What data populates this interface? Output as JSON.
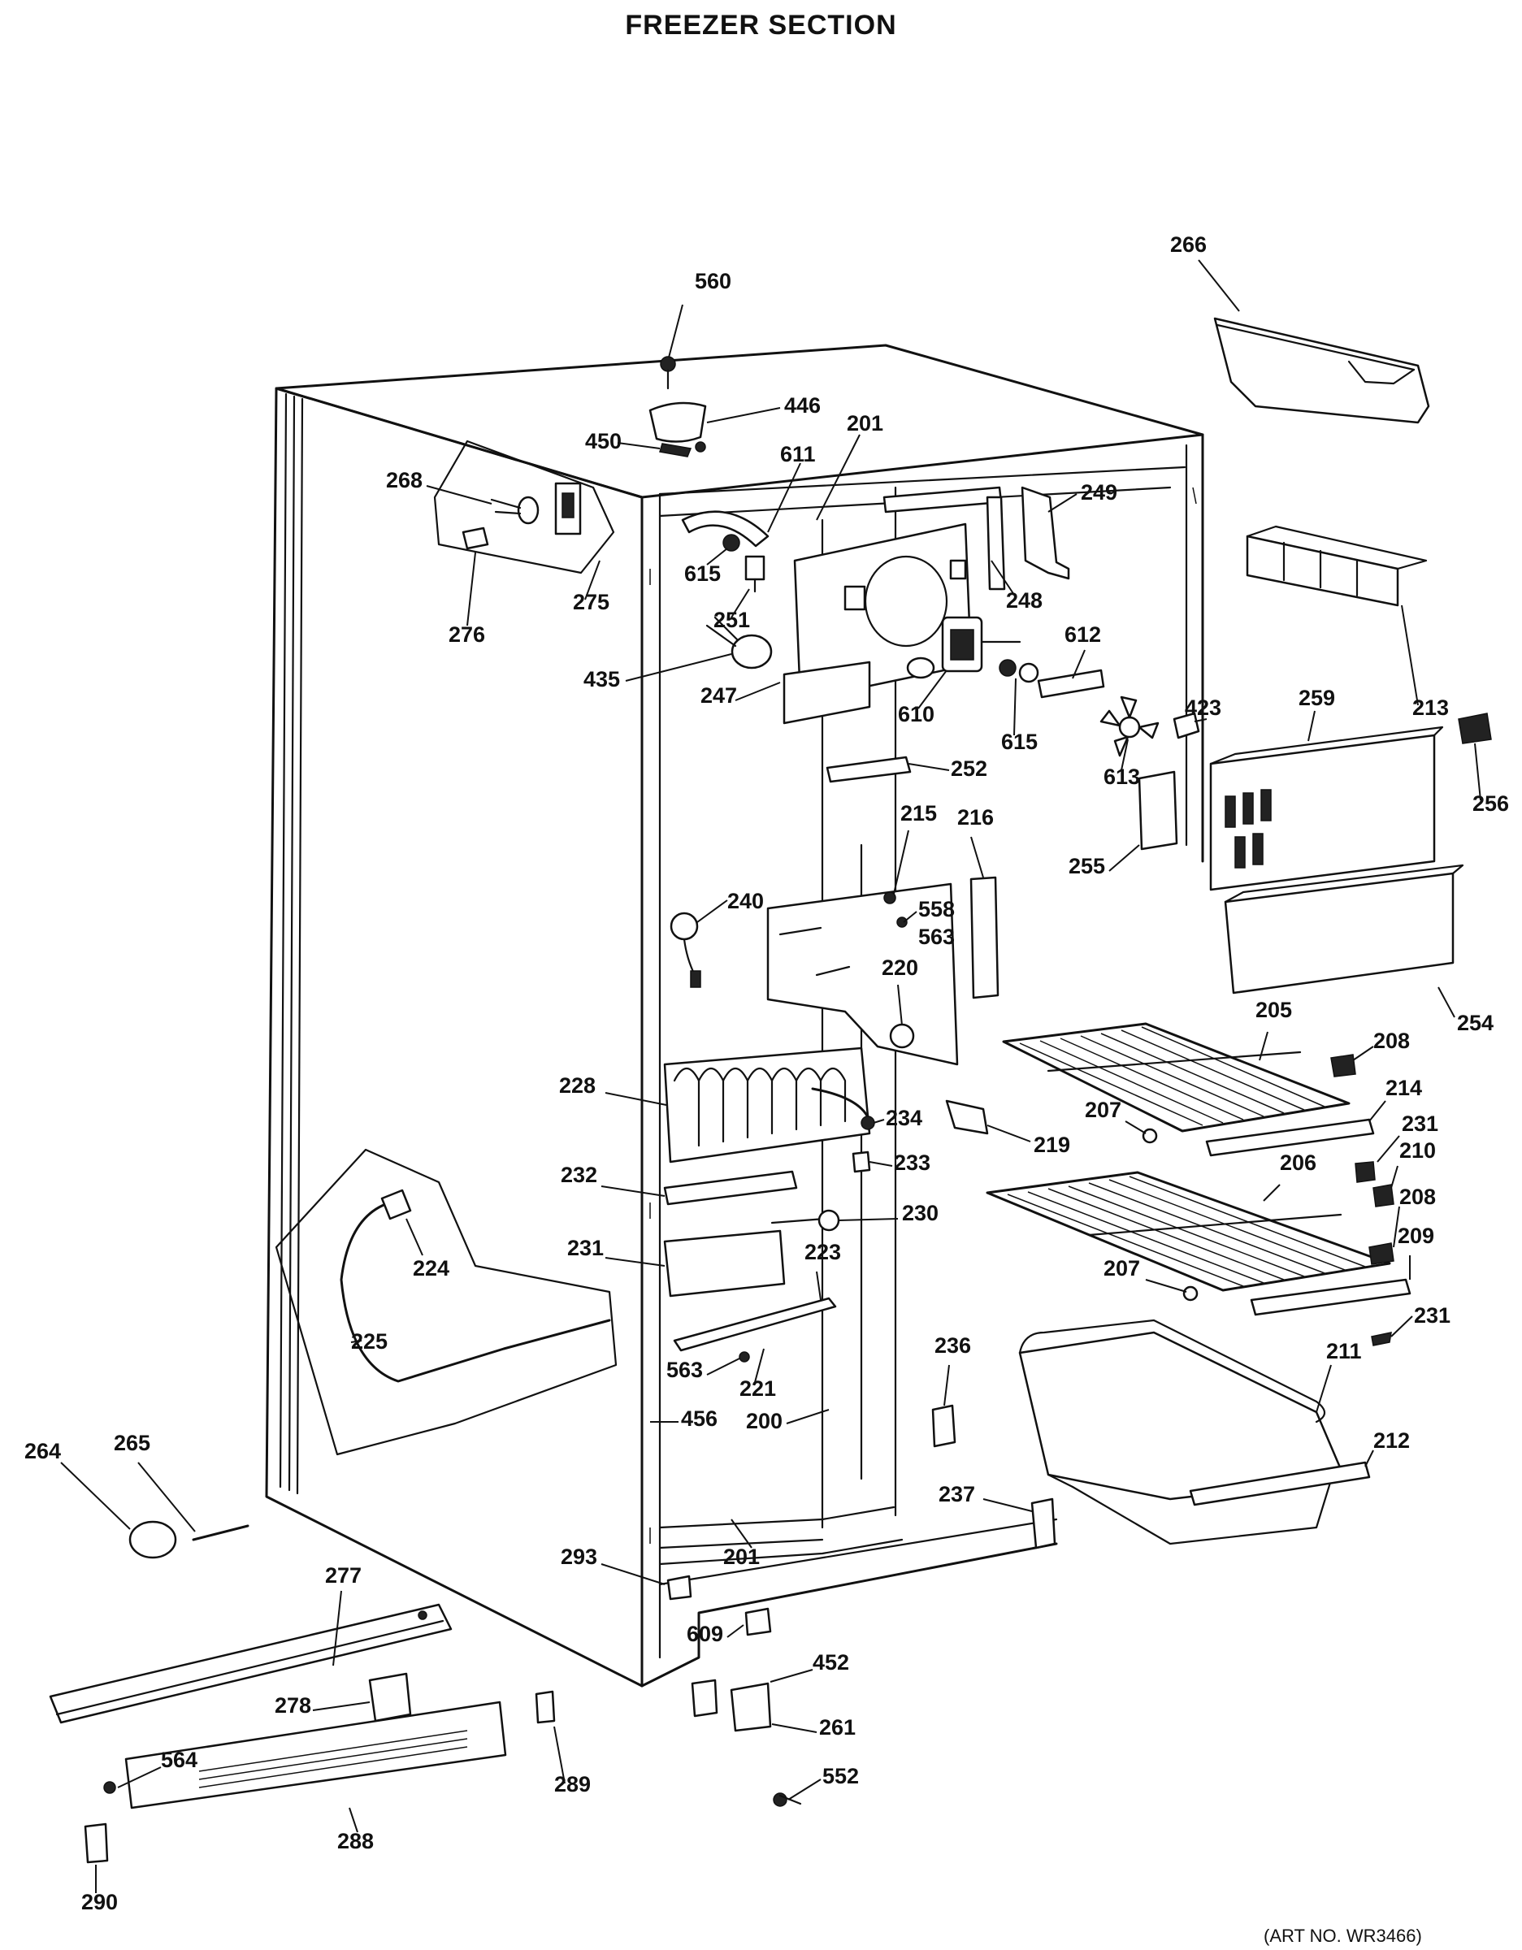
{
  "title": "FREEZER SECTION",
  "art_number": "(ART NO. WR3466)",
  "part_callouts": [
    {
      "id": "c560",
      "label": "560"
    },
    {
      "id": "c446",
      "label": "446"
    },
    {
      "id": "c450",
      "label": "450"
    },
    {
      "id": "c268",
      "label": "268"
    },
    {
      "id": "c275",
      "label": "275"
    },
    {
      "id": "c276",
      "label": "276"
    },
    {
      "id": "c611",
      "label": "611"
    },
    {
      "id": "c201a",
      "label": "201"
    },
    {
      "id": "c249",
      "label": "249"
    },
    {
      "id": "c266",
      "label": "266"
    },
    {
      "id": "c615a",
      "label": "615"
    },
    {
      "id": "c251",
      "label": "251"
    },
    {
      "id": "c248",
      "label": "248"
    },
    {
      "id": "c612",
      "label": "612"
    },
    {
      "id": "c435",
      "label": "435"
    },
    {
      "id": "c247",
      "label": "247"
    },
    {
      "id": "c610",
      "label": "610"
    },
    {
      "id": "c615b",
      "label": "615"
    },
    {
      "id": "c613",
      "label": "613"
    },
    {
      "id": "c423",
      "label": "423"
    },
    {
      "id": "c259",
      "label": "259"
    },
    {
      "id": "c213",
      "label": "213"
    },
    {
      "id": "c256",
      "label": "256"
    },
    {
      "id": "c252",
      "label": "252"
    },
    {
      "id": "c215",
      "label": "215"
    },
    {
      "id": "c216",
      "label": "216"
    },
    {
      "id": "c255",
      "label": "255"
    },
    {
      "id": "c240",
      "label": "240"
    },
    {
      "id": "c558",
      "label": "558"
    },
    {
      "id": "c563a",
      "label": "563"
    },
    {
      "id": "c220",
      "label": "220"
    },
    {
      "id": "c254",
      "label": "254"
    },
    {
      "id": "c205",
      "label": "205"
    },
    {
      "id": "c208a",
      "label": "208"
    },
    {
      "id": "c228",
      "label": "228"
    },
    {
      "id": "c234",
      "label": "234"
    },
    {
      "id": "c219",
      "label": "219"
    },
    {
      "id": "c207a",
      "label": "207"
    },
    {
      "id": "c214",
      "label": "214"
    },
    {
      "id": "c231a",
      "label": "231"
    },
    {
      "id": "c233",
      "label": "233"
    },
    {
      "id": "c210",
      "label": "210"
    },
    {
      "id": "c232",
      "label": "232"
    },
    {
      "id": "c230",
      "label": "230"
    },
    {
      "id": "c206",
      "label": "206"
    },
    {
      "id": "c208b",
      "label": "208"
    },
    {
      "id": "c224",
      "label": "224"
    },
    {
      "id": "c231b",
      "label": "231"
    },
    {
      "id": "c223",
      "label": "223"
    },
    {
      "id": "c209",
      "label": "209"
    },
    {
      "id": "c207b",
      "label": "207"
    },
    {
      "id": "c231c",
      "label": "231"
    },
    {
      "id": "c225",
      "label": "225"
    },
    {
      "id": "c563b",
      "label": "563"
    },
    {
      "id": "c221",
      "label": "221"
    },
    {
      "id": "c236",
      "label": "236"
    },
    {
      "id": "c211",
      "label": "211"
    },
    {
      "id": "c456",
      "label": "456"
    },
    {
      "id": "c200",
      "label": "200"
    },
    {
      "id": "c212",
      "label": "212"
    },
    {
      "id": "c264",
      "label": "264"
    },
    {
      "id": "c265",
      "label": "265"
    },
    {
      "id": "c237",
      "label": "237"
    },
    {
      "id": "c201b",
      "label": "201"
    },
    {
      "id": "c293",
      "label": "293"
    },
    {
      "id": "c277",
      "label": "277"
    },
    {
      "id": "c609",
      "label": "609"
    },
    {
      "id": "c452",
      "label": "452"
    },
    {
      "id": "c278",
      "label": "278"
    },
    {
      "id": "c261",
      "label": "261"
    },
    {
      "id": "c564",
      "label": "564"
    },
    {
      "id": "c289",
      "label": "289"
    },
    {
      "id": "c552",
      "label": "552"
    },
    {
      "id": "c288",
      "label": "288"
    },
    {
      "id": "c290",
      "label": "290"
    }
  ]
}
